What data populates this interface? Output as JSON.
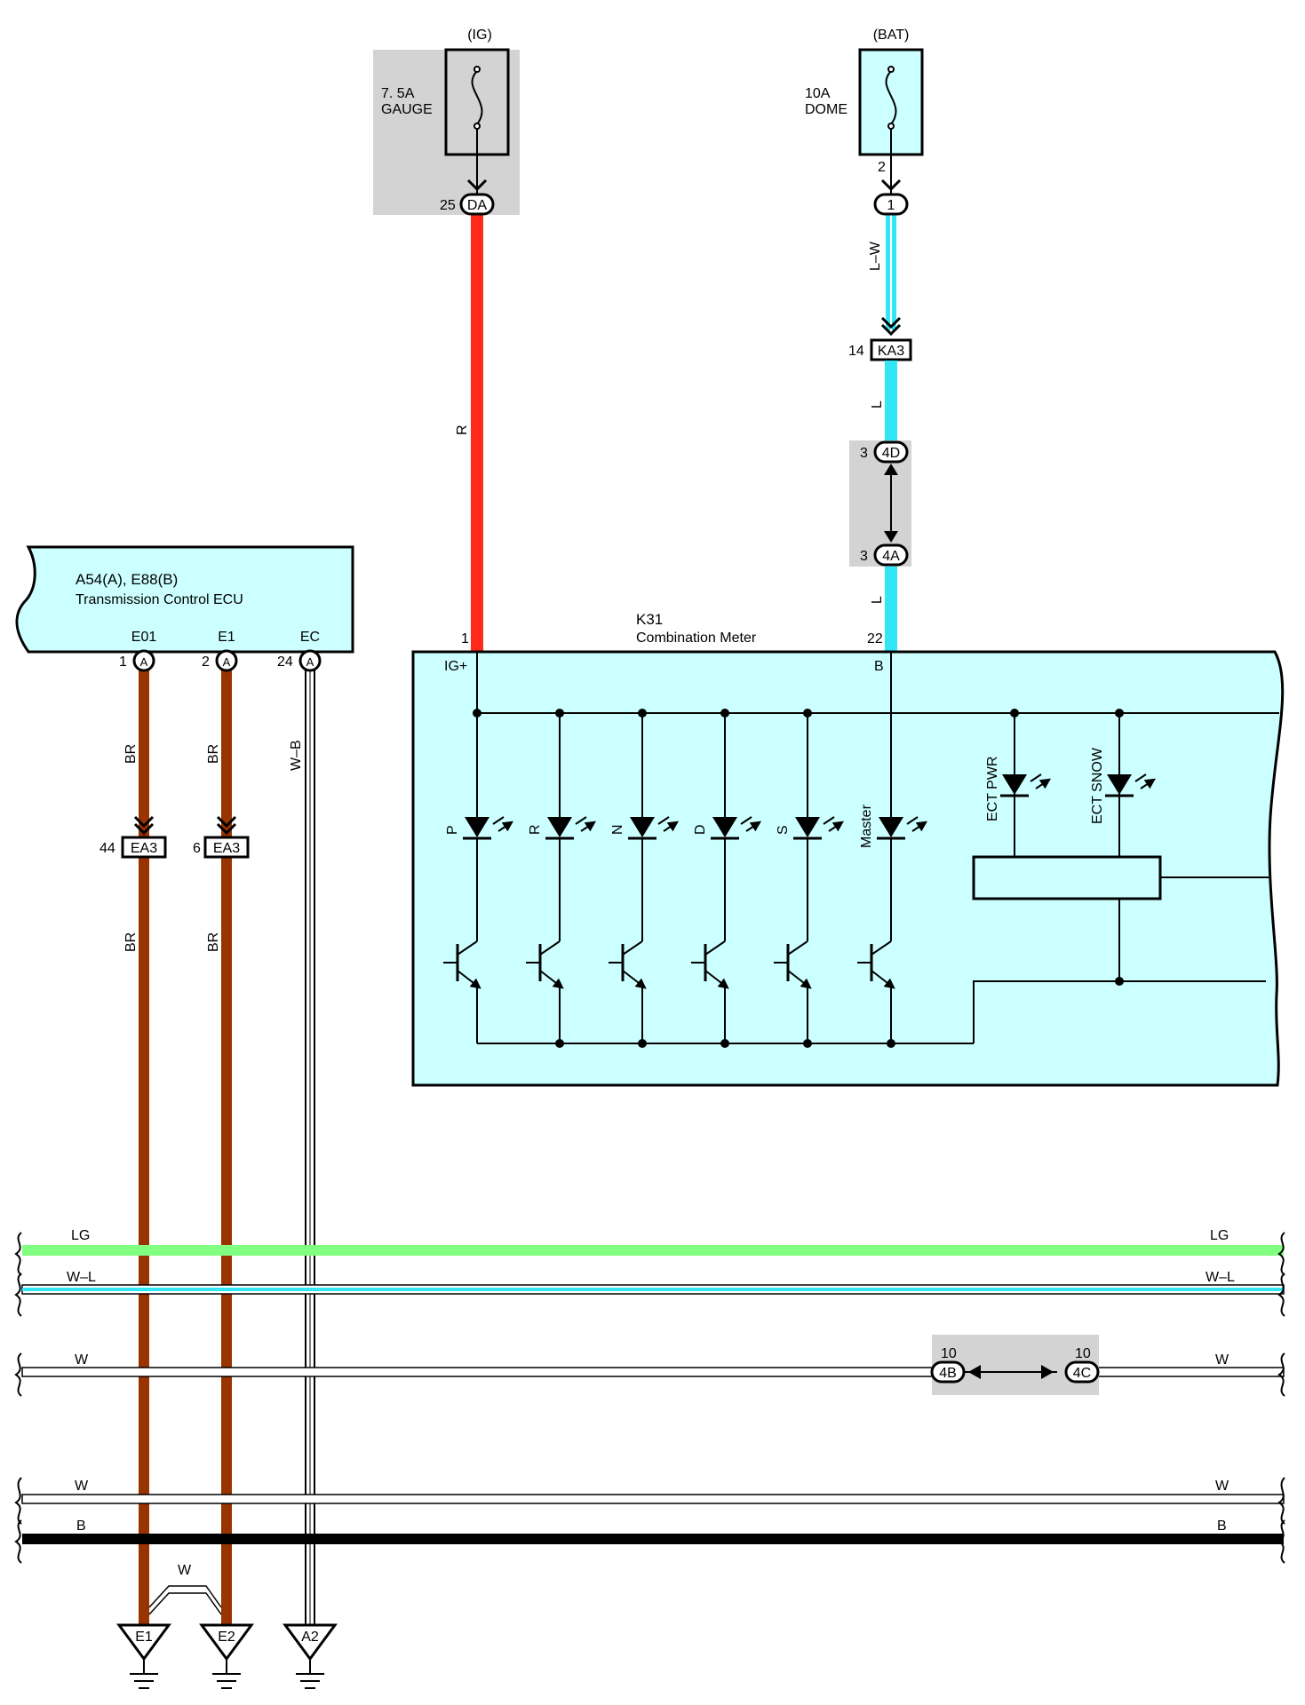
{
  "colors": {
    "red_wire": "#ff2a1a",
    "lblue_wire": "#33e6f5",
    "brown_wire": "#993300",
    "lgreen_wire": "#80ff80",
    "component_fill": "#ccffff",
    "gray_box": "#d3d3d3"
  },
  "fuses": {
    "ig": {
      "supply": "(IG)",
      "rating": "7. 5A",
      "name": "GAUGE",
      "pin": "25",
      "connector": "DA"
    },
    "bat": {
      "supply": "(BAT)",
      "rating": "10A",
      "name": "DOME",
      "pin": "2",
      "connector": "1"
    }
  },
  "ecu": {
    "title": "A54(A), E88(B)",
    "name": "Transmission Control ECU",
    "terminals": [
      {
        "name": "E01",
        "pin": "1",
        "connector": "A",
        "wire": "BR"
      },
      {
        "name": "E1",
        "pin": "2",
        "connector": "A",
        "wire": "BR"
      },
      {
        "name": "EC",
        "pin": "24",
        "connector": "A",
        "wire": "W–B"
      }
    ]
  },
  "splices": [
    {
      "pin": "44",
      "connector": "EA3",
      "wire_below": "BR"
    },
    {
      "pin": "6",
      "connector": "EA3",
      "wire_below": "BR"
    }
  ],
  "ig_wire": "R",
  "bat_path": {
    "wire1": "L–W",
    "ka3_pin": "14",
    "ka3": "KA3",
    "wire2": "L",
    "c4d_pin": "3",
    "c4d": "4D",
    "c4a_pin": "3",
    "c4a": "4A",
    "wire3": "L"
  },
  "meter": {
    "code": "K31",
    "name": "Combination Meter",
    "pin_ig": "1",
    "term_ig": "IG+",
    "pin_b": "22",
    "term_b": "B",
    "indicators": [
      "P",
      "R",
      "N",
      "D",
      "S",
      "Master"
    ],
    "ect": [
      "ECT PWR",
      "ECT SNOW"
    ]
  },
  "buses": [
    {
      "name": "LG",
      "color": "#80ff80"
    },
    {
      "name": "W–L",
      "color": "#33e6f5"
    },
    {
      "name": "W",
      "color": "#ffffff"
    },
    {
      "name": "W",
      "color": "#ffffff"
    },
    {
      "name": "B",
      "color": "#000000"
    }
  ],
  "bus_connectors": {
    "left_pin": "10",
    "left": "4B",
    "right_pin": "10",
    "right": "4C"
  },
  "ground_jumper": "W",
  "grounds": [
    "E1",
    "E2",
    "A2"
  ]
}
